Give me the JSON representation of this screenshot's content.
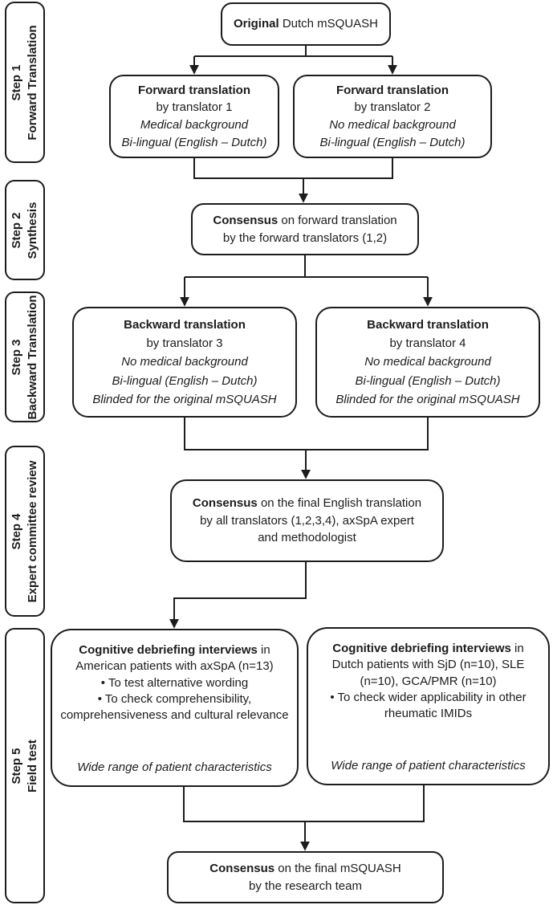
{
  "colors": {
    "ink": "#1c1c1c",
    "background": "#ffffff"
  },
  "sidebar": {
    "steps": [
      {
        "step": "Step 1",
        "label": "Forward Translation"
      },
      {
        "step": "Step 2",
        "label": "Synthesis"
      },
      {
        "step": "Step 3",
        "label": "Backward Translation"
      },
      {
        "step": "Step 4",
        "label": "Expert committee review"
      },
      {
        "step": "Step 5",
        "label": "Field test"
      }
    ]
  },
  "flow": {
    "original": {
      "bold": "Original",
      "rest": " Dutch mSQUASH"
    },
    "forward1": {
      "title": "Forward translation",
      "by": "by translator 1",
      "em1": "Medical background",
      "em2": "Bi-lingual (English – Dutch)"
    },
    "forward2": {
      "title": "Forward translation",
      "by": "by translator 2",
      "em1": "No medical background",
      "em2": "Bi-lingual (English – Dutch)"
    },
    "consensus1": {
      "bold": "Consensus",
      "line1_rest": " on forward translation",
      "line2": "by the forward translators (1,2)"
    },
    "backward3": {
      "title": "Backward translation",
      "by": "by translator 3",
      "em1": "No medical background",
      "em2": "Bi-lingual (English – Dutch)",
      "em3": "Blinded for the original mSQUASH"
    },
    "backward4": {
      "title": "Backward translation",
      "by": "by translator 4",
      "em1": "No medical background",
      "em2": "Bi-lingual (English – Dutch)",
      "em3": "Blinded for the original mSQUASH"
    },
    "consensus2": {
      "bold": "Consensus",
      "line1_rest": " on the final English translation",
      "line2": "by all translators (1,2,3,4), axSpA expert",
      "line3": "and methodologist"
    },
    "field1": {
      "bold": "Cognitive debriefing interviews",
      "intro_rest": " in American patients with axSpA (n=13)",
      "bullets": [
        "To test alternative wording",
        "To check comprehensibility, comprehensiveness and cultural relevance"
      ],
      "note": "Wide range of patient characteristics"
    },
    "field2": {
      "bold": "Cognitive debriefing interviews",
      "intro_rest": " in Dutch patients with SjD (n=10), SLE (n=10), GCA/PMR (n=10)",
      "bullets": [
        "To check wider applicability in other rheumatic IMIDs"
      ],
      "note": "Wide range of patient characteristics"
    },
    "final": {
      "bold": "Consensus",
      "line1_rest": " on the final mSQUASH",
      "line2": "by the research team"
    }
  }
}
